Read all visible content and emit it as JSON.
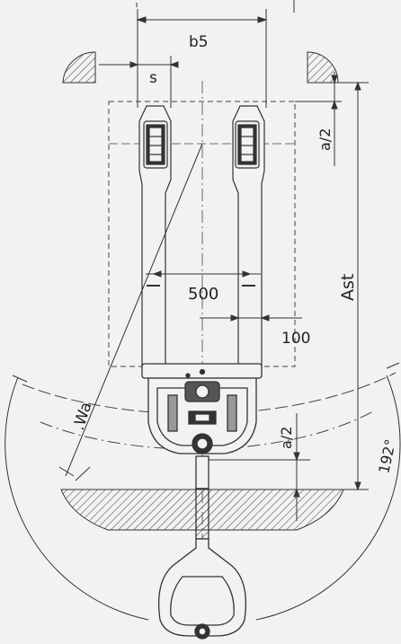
{
  "labels": {
    "b5": "b5",
    "s": "s",
    "a2_top": "a/2",
    "ast": "Ast",
    "d500": "500",
    "d100": "100",
    "wa": ".Wa",
    "a2_bottom": "a/2",
    "angle": "192°"
  },
  "colors": {
    "background": "#f2f2f2",
    "line": "#333333",
    "hatch": "#555555",
    "dash": "#444444"
  }
}
